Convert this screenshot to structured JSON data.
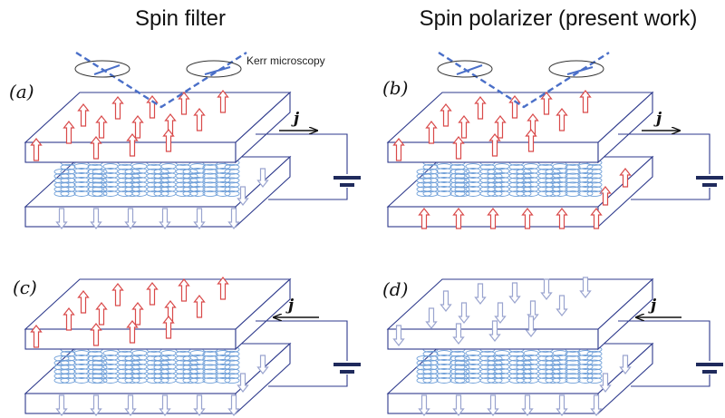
{
  "titles": {
    "left": "Spin filter",
    "right": "Spin polarizer (present work)"
  },
  "kerr_label": "Kerr microscopy",
  "current_symbol": "j",
  "colors": {
    "outline": "#2e3a8c",
    "spin_up": "#d94a4a",
    "spin_down": "#9aa4cf",
    "helix": "#6f9fd8",
    "probe": "#4a6fc8",
    "battery": "#1f2a5c"
  },
  "panels": [
    {
      "id": "a",
      "label": "(a)",
      "top_layer": "up",
      "bottom_layer": "down",
      "current_direction": "right",
      "kerr": true
    },
    {
      "id": "b",
      "label": "(b)",
      "top_layer": "up",
      "bottom_layer": "up",
      "current_direction": "right",
      "kerr": true
    },
    {
      "id": "c",
      "label": "(c)",
      "top_layer": "up",
      "bottom_layer": "down",
      "current_direction": "left",
      "kerr": false
    },
    {
      "id": "d",
      "label": "(d)",
      "top_layer": "down",
      "bottom_layer": "down",
      "current_direction": "left",
      "kerr": false
    }
  ]
}
